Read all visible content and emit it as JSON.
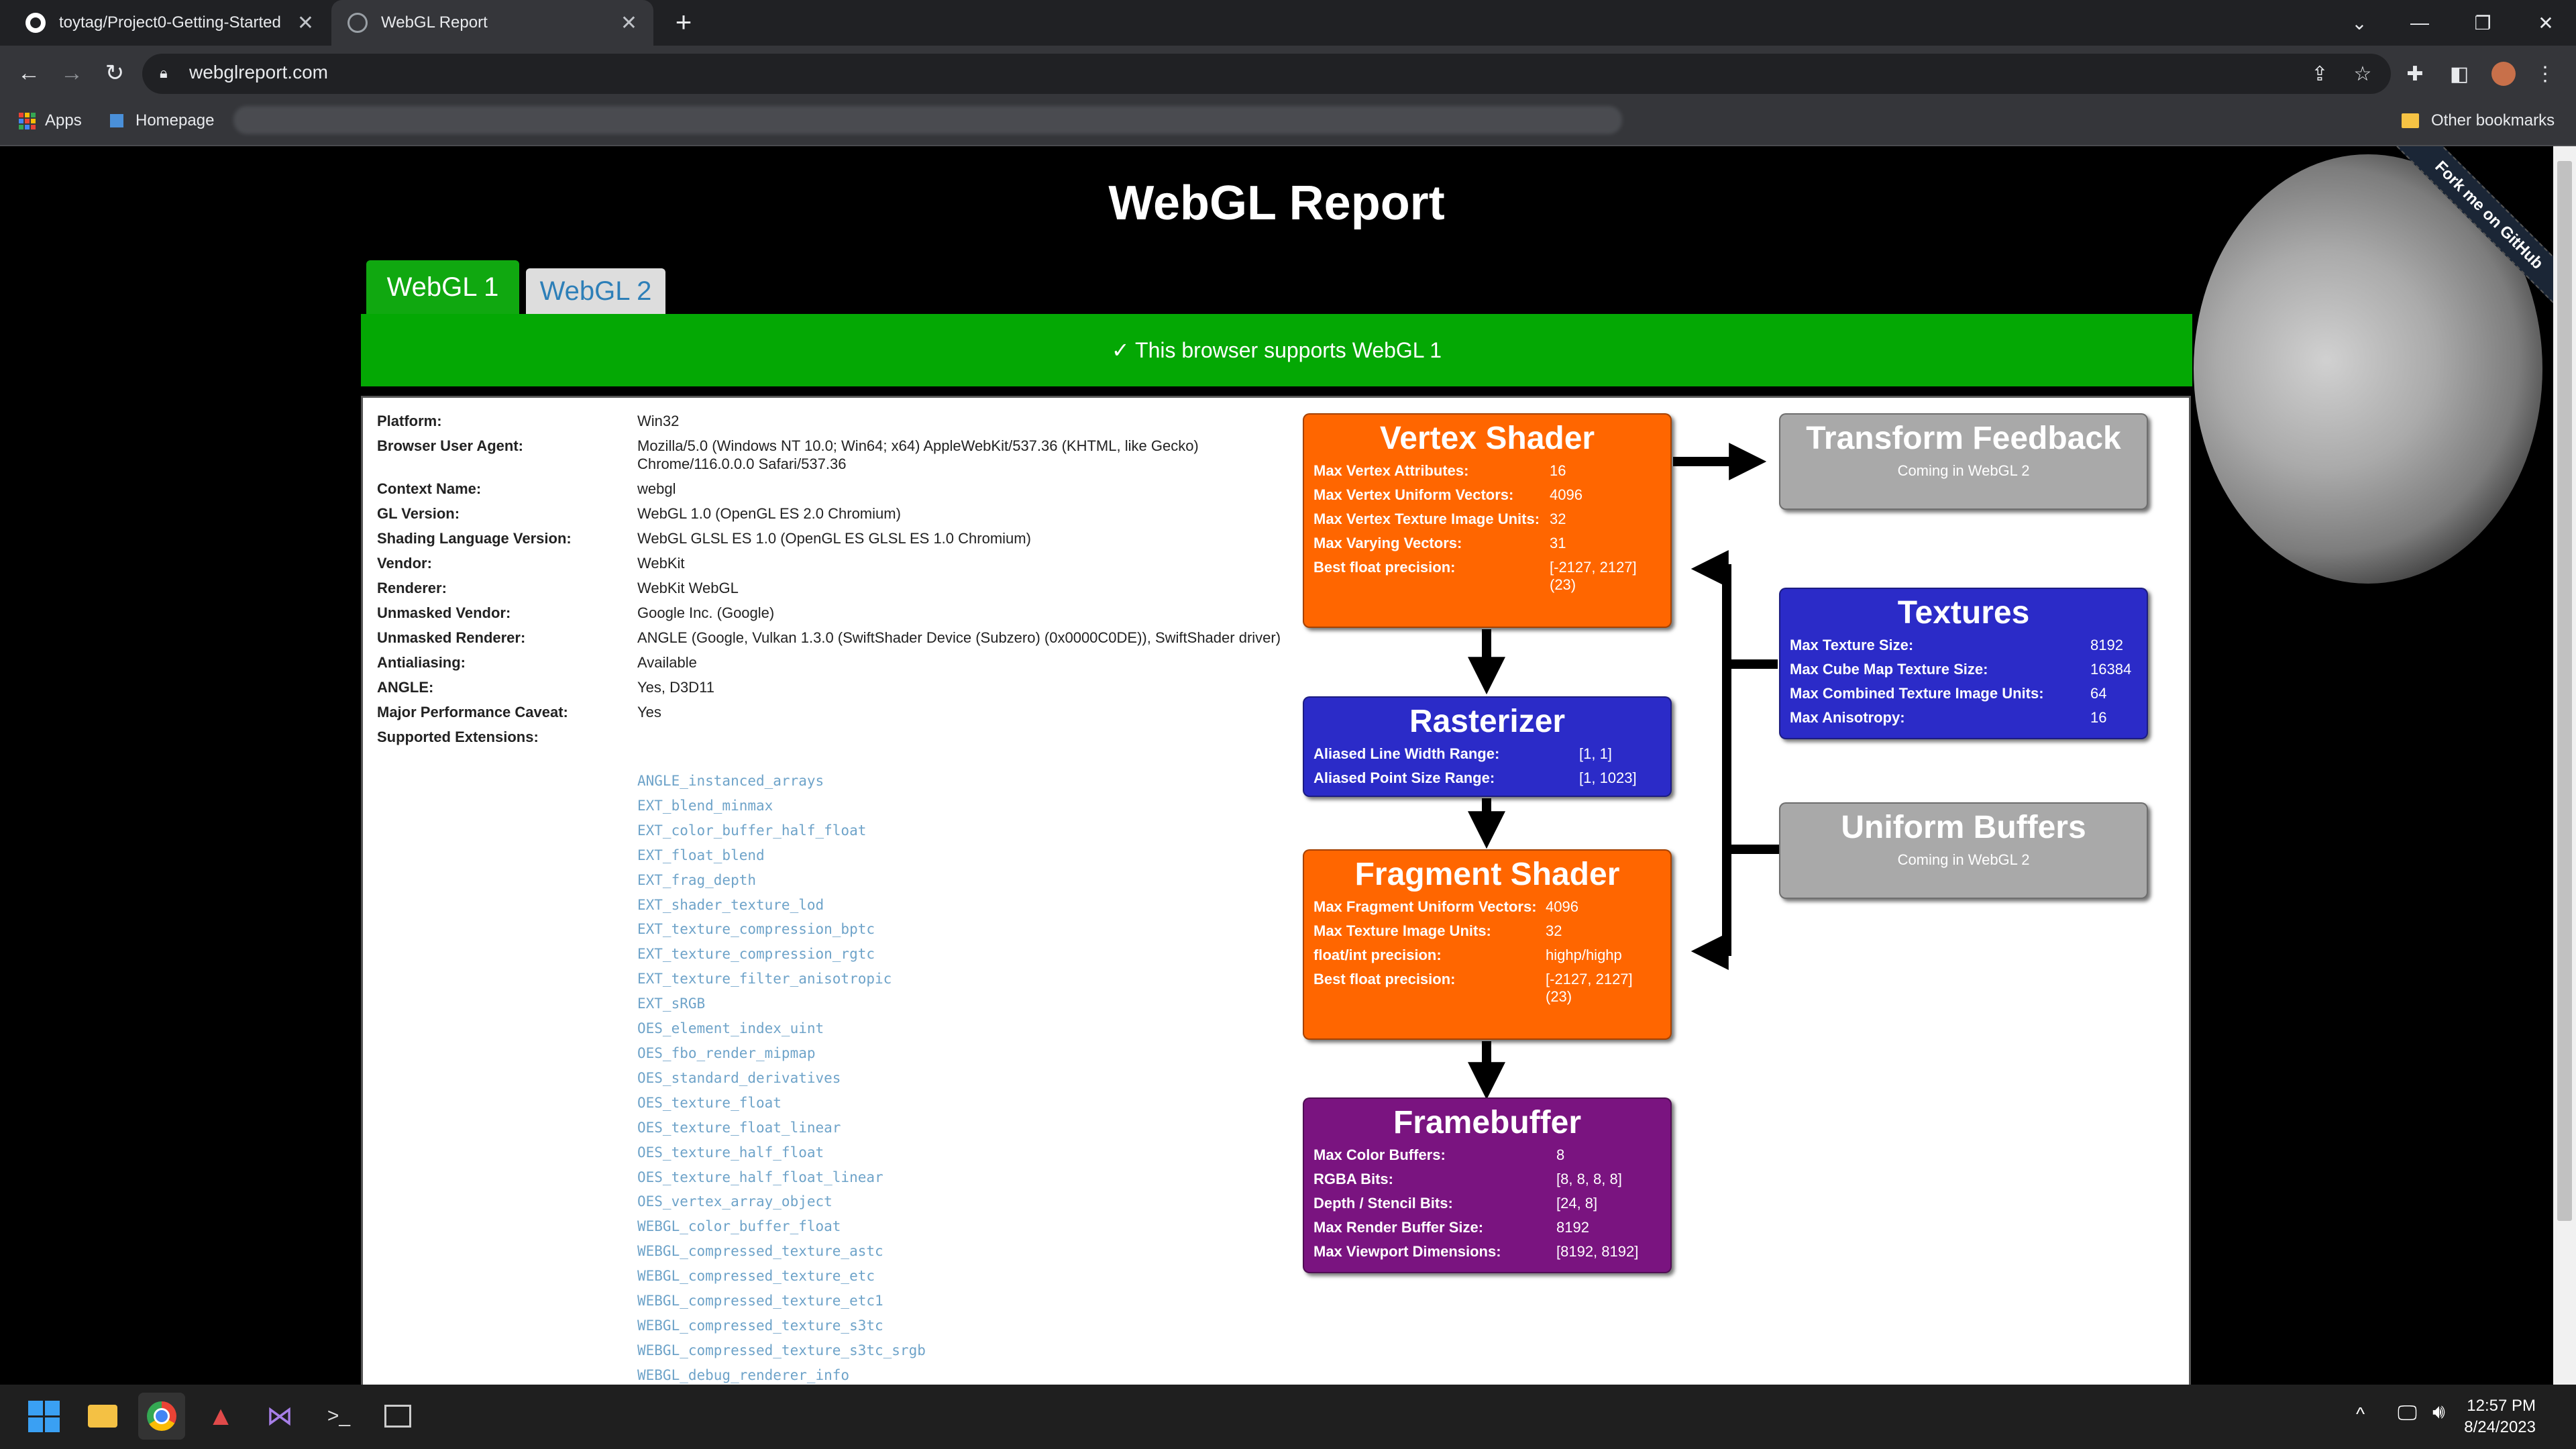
{
  "browser": {
    "tabs": [
      {
        "title": "toytag/Project0-Getting-Started",
        "icon": "github-icon"
      },
      {
        "title": "WebGL Report",
        "icon": "globe-icon"
      }
    ],
    "url": "webglreport.com",
    "bookmarks": {
      "apps": "Apps",
      "homepage": "Homepage",
      "other": "Other bookmarks"
    }
  },
  "page": {
    "title": "WebGL Report",
    "fork": "Fork me on GitHub",
    "tabs": [
      "WebGL 1",
      "WebGL 2"
    ],
    "banner": "✓ This browser supports WebGL 1",
    "info": [
      {
        "k": "Platform:",
        "v": "Win32"
      },
      {
        "k": "Browser User Agent:",
        "v": "Mozilla/5.0 (Windows NT 10.0; Win64; x64) AppleWebKit/537.36 (KHTML, like Gecko) Chrome/116.0.0.0 Safari/537.36"
      },
      {
        "k": "Context Name:",
        "v": "webgl"
      },
      {
        "k": "GL Version:",
        "v": "WebGL 1.0 (OpenGL ES 2.0 Chromium)"
      },
      {
        "k": "Shading Language Version:",
        "v": "WebGL GLSL ES 1.0 (OpenGL ES GLSL ES 1.0 Chromium)"
      },
      {
        "k": "Vendor:",
        "v": "WebKit"
      },
      {
        "k": "Renderer:",
        "v": "WebKit WebGL"
      },
      {
        "k": "Unmasked Vendor:",
        "v": "Google Inc. (Google)"
      },
      {
        "k": "Unmasked Renderer:",
        "v": "ANGLE (Google, Vulkan 1.3.0 (SwiftShader Device (Subzero) (0x0000C0DE)), SwiftShader driver)"
      },
      {
        "k": "Antialiasing:",
        "v": "Available"
      },
      {
        "k": "ANGLE:",
        "v": "Yes, D3D11"
      },
      {
        "k": "Major Performance Caveat:",
        "v": "Yes"
      },
      {
        "k": "Supported Extensions:",
        "v": ""
      }
    ],
    "extensions": [
      "ANGLE_instanced_arrays",
      "EXT_blend_minmax",
      "EXT_color_buffer_half_float",
      "EXT_float_blend",
      "EXT_frag_depth",
      "EXT_shader_texture_lod",
      "EXT_texture_compression_bptc",
      "EXT_texture_compression_rgtc",
      "EXT_texture_filter_anisotropic",
      "EXT_sRGB",
      "OES_element_index_uint",
      "OES_fbo_render_mipmap",
      "OES_standard_derivatives",
      "OES_texture_float",
      "OES_texture_float_linear",
      "OES_texture_half_float",
      "OES_texture_half_float_linear",
      "OES_vertex_array_object",
      "WEBGL_color_buffer_float",
      "WEBGL_compressed_texture_astc",
      "WEBGL_compressed_texture_etc",
      "WEBGL_compressed_texture_etc1",
      "WEBGL_compressed_texture_s3tc",
      "WEBGL_compressed_texture_s3tc_srgb",
      "WEBGL_debug_renderer_info"
    ]
  },
  "diagram": {
    "vertex": {
      "title": "Vertex Shader",
      "rows": [
        {
          "k": "Max Vertex Attributes:",
          "v": "16"
        },
        {
          "k": "Max Vertex Uniform Vectors:",
          "v": "4096"
        },
        {
          "k": "Max Vertex Texture Image Units:",
          "v": "32"
        },
        {
          "k": "Max Varying Vectors:",
          "v": "31"
        },
        {
          "k": "Best float precision:",
          "v": "[-2127, 2127] (23)"
        }
      ]
    },
    "rasterizer": {
      "title": "Rasterizer",
      "rows": [
        {
          "k": "Aliased Line Width Range:",
          "v": "[1, 1]"
        },
        {
          "k": "Aliased Point Size Range:",
          "v": "[1, 1023]"
        }
      ]
    },
    "fragment": {
      "title": "Fragment Shader",
      "rows": [
        {
          "k": "Max Fragment Uniform Vectors:",
          "v": "4096"
        },
        {
          "k": "Max Texture Image Units:",
          "v": "32"
        },
        {
          "k": "float/int precision:",
          "v": "highp/highp"
        },
        {
          "k": "Best float precision:",
          "v": "[-2127, 2127] (23)"
        }
      ]
    },
    "framebuffer": {
      "title": "Framebuffer",
      "rows": [
        {
          "k": "Max Color Buffers:",
          "v": "8"
        },
        {
          "k": "RGBA Bits:",
          "v": "[8, 8, 8, 8]"
        },
        {
          "k": "Depth / Stencil Bits:",
          "v": "[24, 8]"
        },
        {
          "k": "Max Render Buffer Size:",
          "v": "8192"
        },
        {
          "k": "Max Viewport Dimensions:",
          "v": "[8192, 8192]"
        }
      ]
    },
    "transform": {
      "title": "Transform Feedback",
      "sub": "Coming in WebGL 2"
    },
    "textures": {
      "title": "Textures",
      "rows": [
        {
          "k": "Max Texture Size:",
          "v": "8192"
        },
        {
          "k": "Max Cube Map Texture Size:",
          "v": "16384"
        },
        {
          "k": "Max Combined Texture Image Units:",
          "v": "64"
        },
        {
          "k": "Max Anisotropy:",
          "v": "16"
        }
      ]
    },
    "uniform": {
      "title": "Uniform Buffers",
      "sub": "Coming in WebGL 2"
    }
  },
  "taskbar": {
    "time": "12:57 PM",
    "date": "8/24/2023"
  }
}
